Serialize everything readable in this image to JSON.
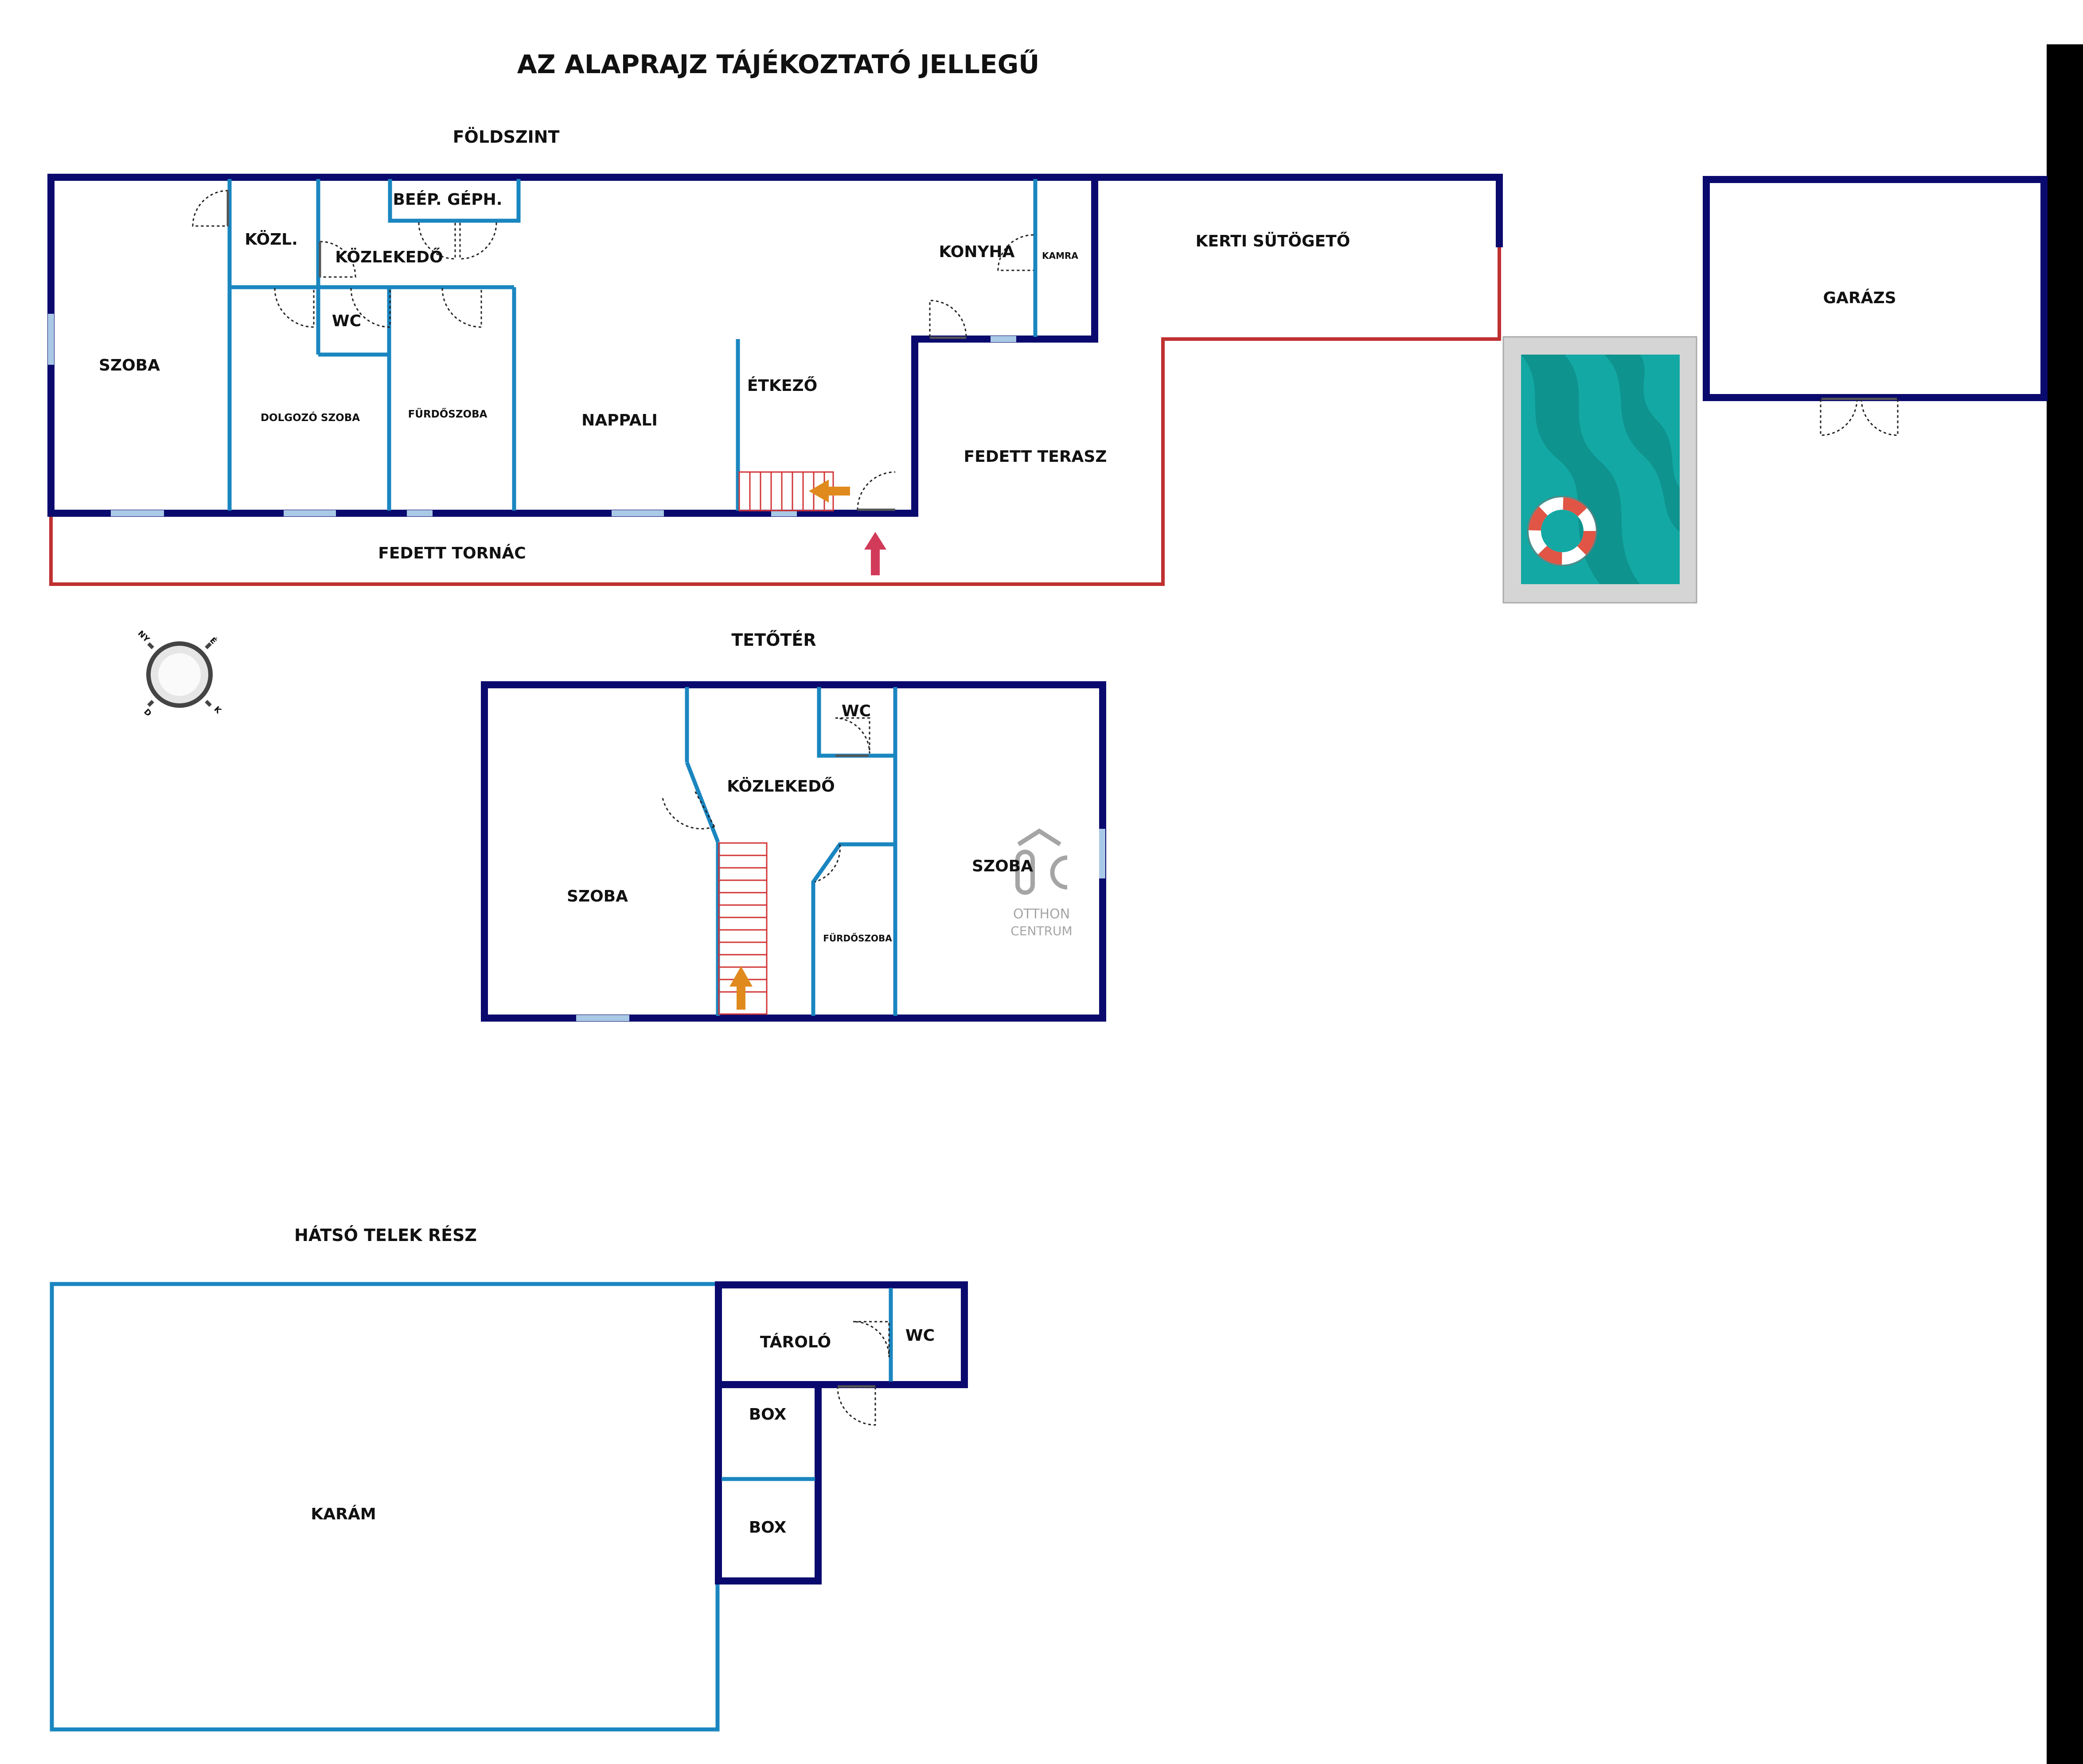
{
  "title": "AZ ALAPRAJZ TÁJÉKOZTATÓ JELLEGŰ",
  "levels": {
    "ground": "FÖLDSZINT",
    "attic": "TETŐTÉR",
    "back": "HÁTSÓ TELEK RÉSZ"
  },
  "ground_rooms": {
    "szoba": "SZOBA",
    "kozl": "KÖZL.",
    "kozlekedo": "KÖZLEKEDŐ",
    "beep": "BEÉP. GÉPH.",
    "wc": "WC",
    "dolgozo": "DOLGOZÓ SZOBA",
    "furdo": "FÜRDŐSZOBA",
    "nappali": "NAPPALI",
    "etkezo": "ÉTKEZŐ",
    "konyha": "KONYHA",
    "kamra": "KAMRA",
    "kerti": "KERTI SÜTÖGETŐ",
    "terasz": "FEDETT TERASZ",
    "tornac": "FEDETT TORNÁC",
    "garazs": "GARÁZS"
  },
  "attic_rooms": {
    "szoba_left": "SZOBA",
    "kozlekedo": "KÖZLEKEDŐ",
    "wc": "WC",
    "furdo": "FÜRDŐSZOBA",
    "szoba_right": "SZOBA"
  },
  "back_rooms": {
    "karam": "KARÁM",
    "tarolo": "TÁROLÓ",
    "wc": "WC",
    "box1": "BOX",
    "box2": "BOX"
  },
  "compass": {
    "n": "É",
    "w": "NY",
    "s": "D",
    "e": "K"
  },
  "logo": {
    "line1": "OTTHON",
    "line2": "CENTRUM"
  },
  "colors": {
    "exterior_wall": "#0a0a6e",
    "interior_wall": "#1a86c0",
    "terrace_outline": "#c03030",
    "window": "#a9c9e6",
    "pool_water": "#13a8a3",
    "entry_arrow": "#d23a5a",
    "stair_arrow": "#e08a1e"
  }
}
